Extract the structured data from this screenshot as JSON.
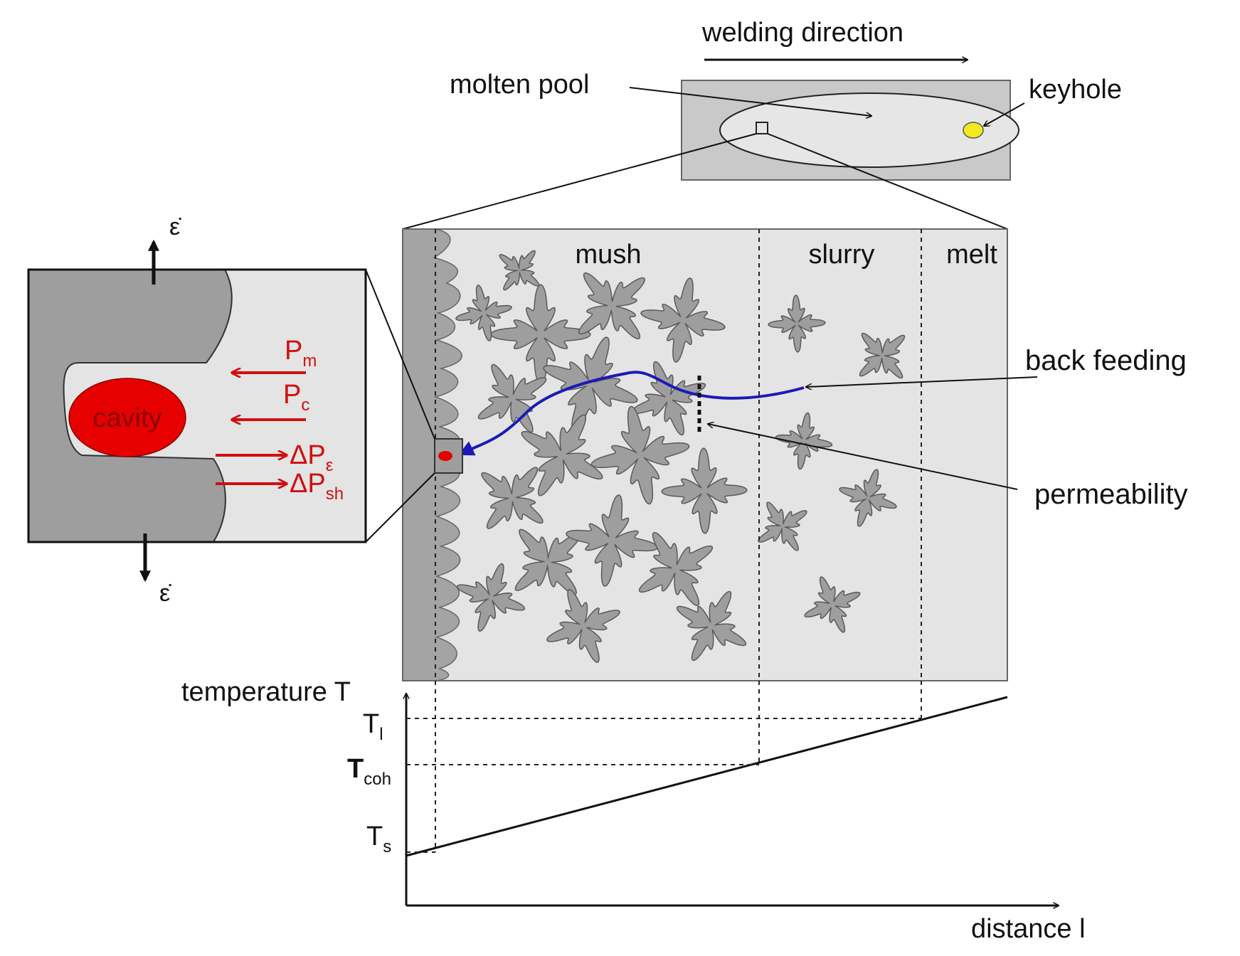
{
  "top_view": {
    "welding_direction": "welding direction",
    "molten_pool": "molten pool",
    "keyhole": "keyhole"
  },
  "main": {
    "mush": "mush",
    "slurry": "slurry",
    "melt": "melt",
    "back_feeding": "back feeding",
    "permeability": "permeability"
  },
  "inset": {
    "cavity": "cavity",
    "strain_rate": "ε̇",
    "p_m": "P",
    "p_m_sub": "m",
    "p_c": "P",
    "p_c_sub": "c",
    "dp_c": "ΔP",
    "dp_c_sub": "ε",
    "dp_sh": "ΔP",
    "dp_sh_sub": "sh"
  },
  "graph": {
    "y_axis": "temperature T",
    "x_axis": "distance l",
    "t_l": "T",
    "t_l_sub": "l",
    "t_coh": "T",
    "t_coh_sub": "coh",
    "t_s": "T",
    "t_s_sub": "s"
  },
  "colors": {
    "solid": "#9e9e9e",
    "liquid": "#e4e4e4",
    "cavity": "#e60000",
    "pressure": "#d01010",
    "flow": "#1a1ab8",
    "keyhole": "#f2ea1e"
  }
}
